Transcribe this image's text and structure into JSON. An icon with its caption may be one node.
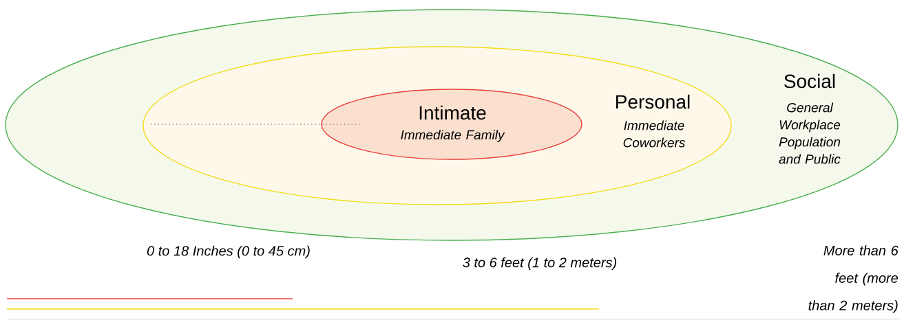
{
  "diagram": {
    "nodes": [
      {
        "text": [
          "Social",
          "General Workplace Population and Public"
        ]
      },
      {
        "text": [
          "Personal",
          "Immediate Coworkers"
        ],
        "in": 0
      },
      {
        "text": [
          "Intimate",
          "Immediate Family"
        ],
        "in": 1
      }
    ],
    "labels": [
      "0 to 18 Inches (0 to 45 cm)",
      "3 to 6 feet (1 to  2 meters)",
      "More than 6 feet (more than 2 meters)"
    ]
  }
}
